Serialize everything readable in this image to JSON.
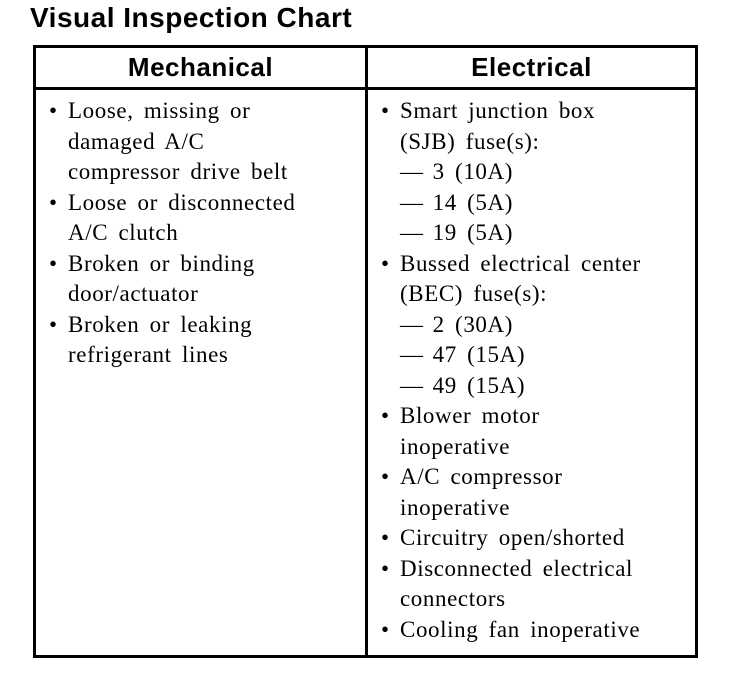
{
  "title": "Visual Inspection Chart",
  "glyphs": {
    "bullet": "•",
    "dash": "—"
  },
  "colors": {
    "text": "#000000",
    "background": "#ffffff",
    "border": "#000000"
  },
  "table": {
    "columns": [
      {
        "header": "Mechanical",
        "items": [
          {
            "text": "Loose, missing or\ndamaged A/C\ncompressor drive belt"
          },
          {
            "text": "Loose or disconnected\nA/C clutch"
          },
          {
            "text": "Broken or binding\ndoor/actuator"
          },
          {
            "text": "Broken or leaking\nrefrigerant lines"
          }
        ]
      },
      {
        "header": "Electrical",
        "items": [
          {
            "text": "Smart junction box\n(SJB) fuse(s):",
            "sub_items": [
              "3 (10A)",
              "14 (5A)",
              "19 (5A)"
            ]
          },
          {
            "text": "Bussed electrical center\n(BEC) fuse(s):",
            "sub_items": [
              "2 (30A)",
              "47 (15A)",
              "49 (15A)"
            ]
          },
          {
            "text": "Blower motor\ninoperative"
          },
          {
            "text": "A/C compressor\ninoperative"
          },
          {
            "text": "Circuitry open/shorted"
          },
          {
            "text": "Disconnected electrical\nconnectors"
          },
          {
            "text": "Cooling fan inoperative"
          }
        ]
      }
    ]
  }
}
